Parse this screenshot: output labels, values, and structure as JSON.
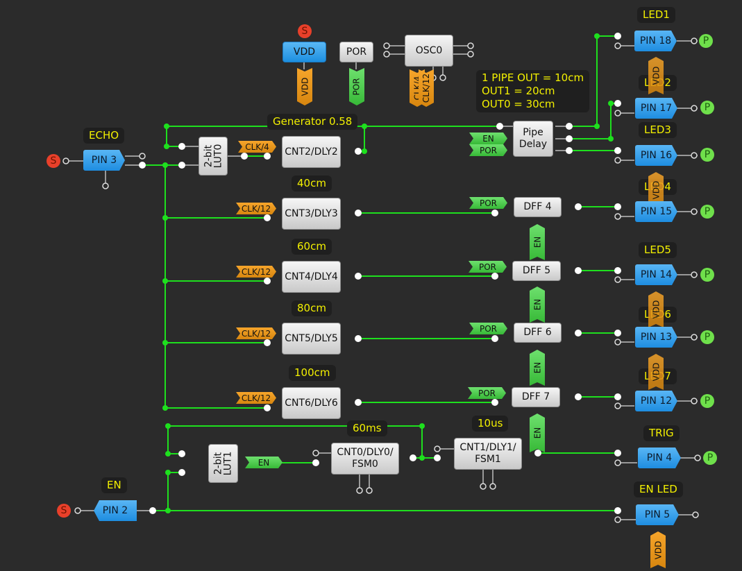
{
  "notes": {
    "led1": "LED1",
    "led2": "LED2",
    "led3": "LED3",
    "led4": "LED4",
    "led5": "LED5",
    "led6": "LED6",
    "led7": "LED7",
    "trig": "TRIG",
    "en_led": "EN LED",
    "echo": "ECHO",
    "en": "EN",
    "generator": "Generator 0.58",
    "cm40": "40cm",
    "cm60": "60cm",
    "cm80": "80cm",
    "cm100": "100cm",
    "ms60": "60ms",
    "us10": "10us",
    "pipe_info": [
      "1 PIPE OUT = 10cm",
      "OUT1 = 20cm",
      "OUT0 = 30cm"
    ]
  },
  "blocks": {
    "vdd": "VDD",
    "por": "POR",
    "osc": "OSC0",
    "lut0": [
      "2-bit",
      "LUT0"
    ],
    "lut1": [
      "2-bit",
      "LUT1"
    ],
    "cnt2": "CNT2/DLY2",
    "cnt3": "CNT3/DLY3",
    "cnt4": "CNT4/DLY4",
    "cnt5": "CNT5/DLY5",
    "cnt6": "CNT6/DLY6",
    "cnt0": [
      "CNT0/DLY0/",
      "FSM0"
    ],
    "cnt1": [
      "CNT1/DLY1/",
      "FSM1"
    ],
    "pipe": [
      "Pipe",
      "Delay"
    ],
    "dff4": "DFF 4",
    "dff5": "DFF 5",
    "dff6": "DFF 6",
    "dff7": "DFF 7"
  },
  "pins": {
    "pin18": "PIN 18",
    "pin17": "PIN 17",
    "pin16": "PIN 16",
    "pin15": "PIN 15",
    "pin14": "PIN 14",
    "pin13": "PIN 13",
    "pin12": "PIN 12",
    "pin4": "PIN 4",
    "pin5": "PIN 5",
    "pin3": "PIN 3",
    "pin2": "PIN 2"
  },
  "tags": {
    "vdd": "VDD",
    "por": "POR",
    "clk4": "CLK/4",
    "clk12": "CLK/12",
    "en": "EN"
  },
  "markers": {
    "supply": "S",
    "pull": "P"
  },
  "colors": {
    "wire": "#1ee01e",
    "background": "#2b2b2b",
    "pin": "#1e8de0",
    "note_text": "#f3f000"
  }
}
